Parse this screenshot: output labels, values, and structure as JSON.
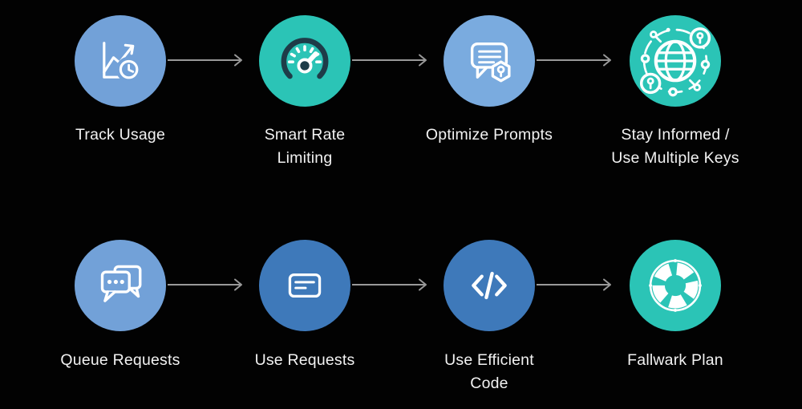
{
  "colors": {
    "background": "#020202",
    "circle_light_blue": "#72a1d8",
    "circle_sky_blue": "#7aabdf",
    "circle_medium_blue": "#3e79ba",
    "circle_teal": "#2bc4b6",
    "icon_stroke": "#ffffff",
    "gauge_dark": "#1e3c48",
    "arrow": "#999999",
    "label_text": "#f2f2f2"
  },
  "rows": [
    {
      "items": [
        {
          "label": "Track Usage",
          "icon": "usage-chart-clock-icon",
          "color": "#72a1d8"
        },
        {
          "label": "Smart Rate\nLimiting",
          "icon": "rate-gauge-icon",
          "color": "#2bc4b6"
        },
        {
          "label": "Optimize Prompts",
          "icon": "chat-lock-icon",
          "color": "#7aabdf"
        },
        {
          "label": "Stay Informed /\nUse Multiple Keys",
          "icon": "globe-keys-icon",
          "color": "#2bc4b6"
        }
      ]
    },
    {
      "items": [
        {
          "label": "Queue Requests",
          "icon": "chat-queue-icon",
          "color": "#72a1d8"
        },
        {
          "label": "Use Requests",
          "icon": "request-card-icon",
          "color": "#3e79ba"
        },
        {
          "label": "Use Efficient\nCode",
          "icon": "code-icon",
          "color": "#3e79ba"
        },
        {
          "label": "Fallwark Plan",
          "icon": "lifebuoy-icon",
          "color": "#2bc4b6"
        }
      ]
    }
  ]
}
